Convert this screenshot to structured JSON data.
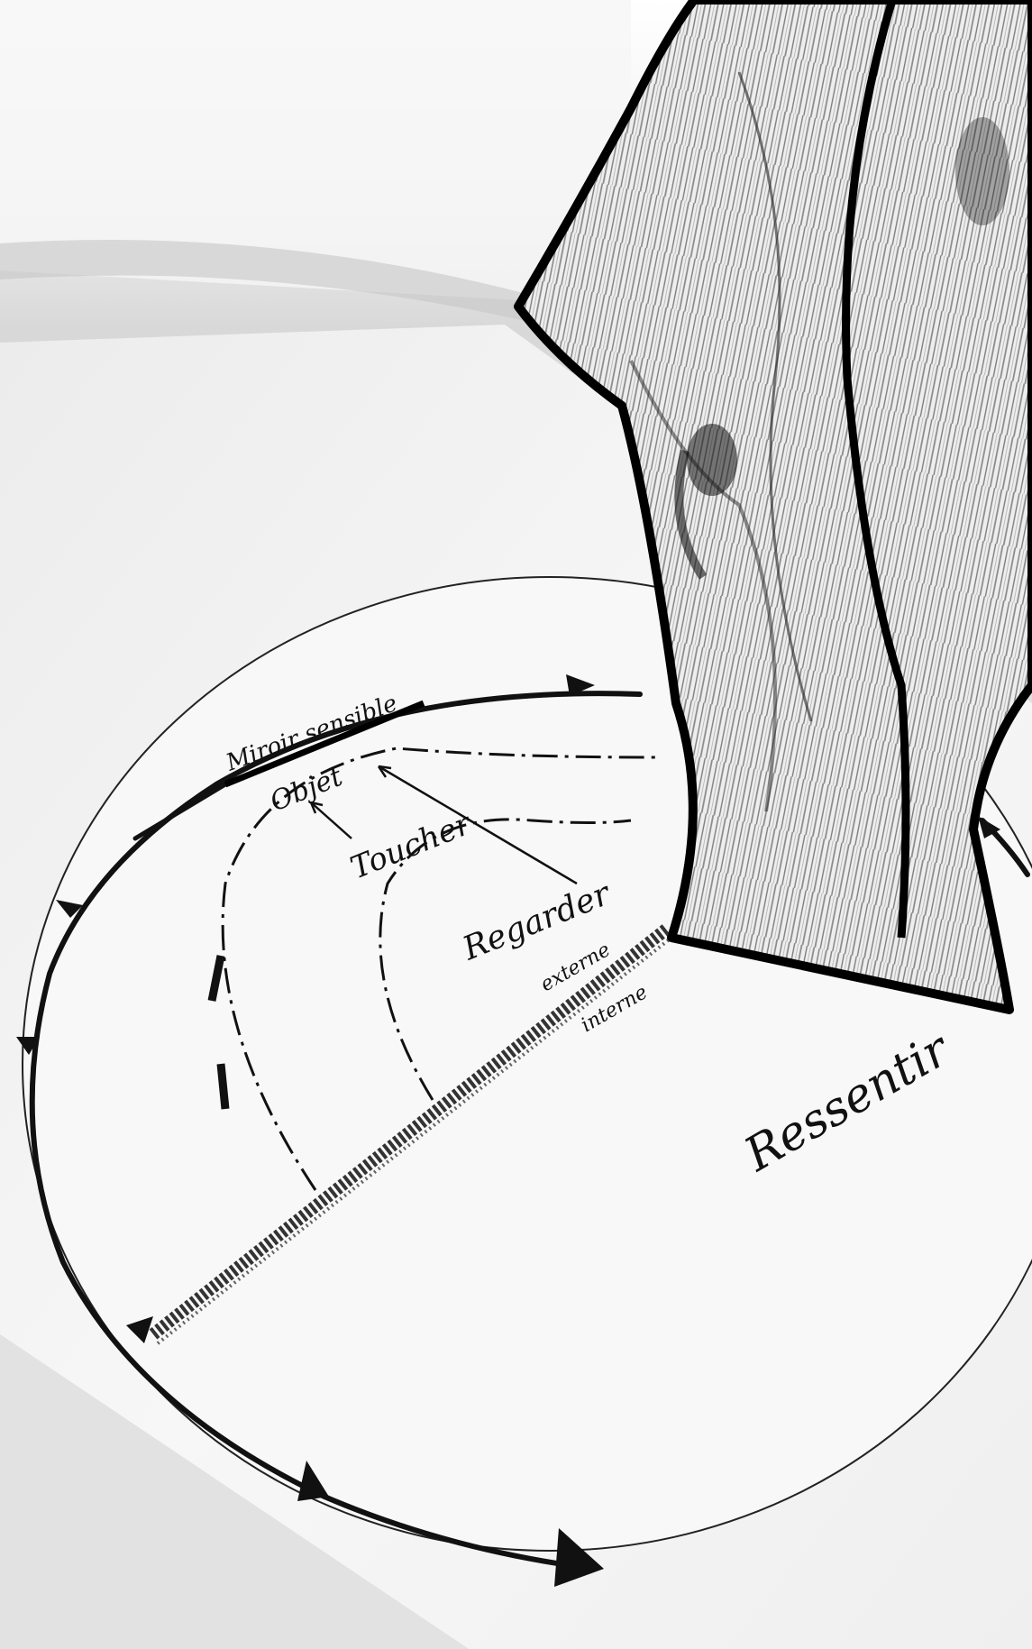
{
  "photo": {
    "labels": {
      "miroir": "Miroir sensible",
      "objet": "Objet",
      "toucher": "Toucher",
      "regarder": "Regarder",
      "externe": "externe",
      "interne": "interne",
      "ressentir": "Ressentir"
    },
    "colors": {
      "background": "#d6d6d6",
      "paper": "#f4f4f4",
      "ink": "#111111",
      "sculpture_fill": "#ebebeb"
    }
  }
}
